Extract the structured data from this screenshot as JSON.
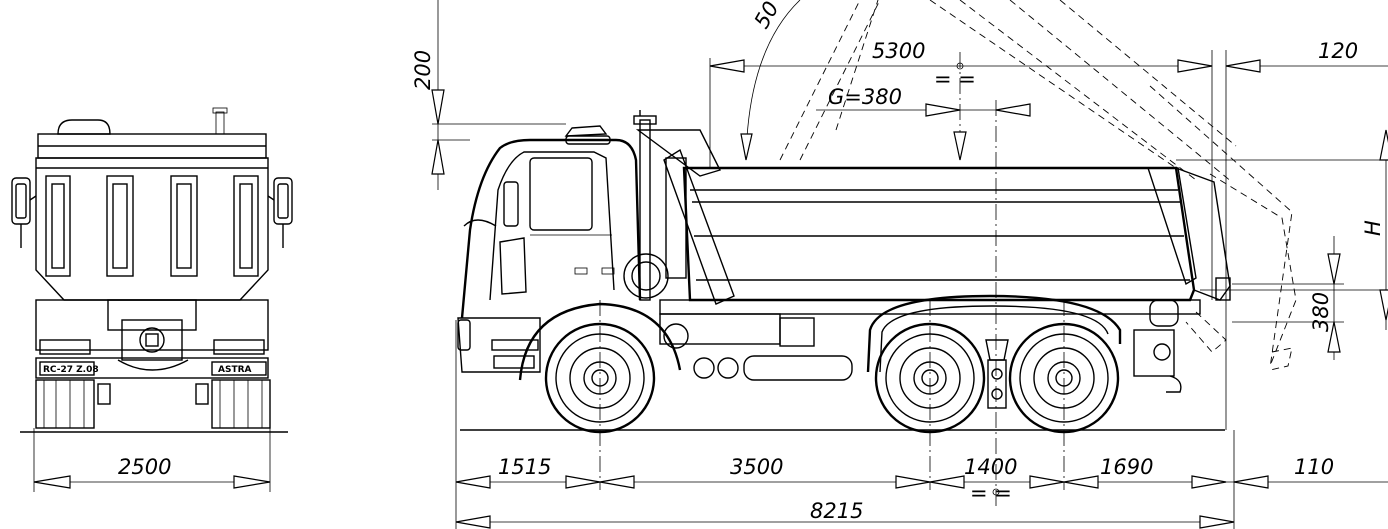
{
  "dimensions": {
    "front_width": "2500",
    "tip_clearance": "200",
    "tip_angle": "50",
    "body_length": "5300",
    "rear_overhang_top": "120",
    "load_offset": "G=380",
    "body_height": "H",
    "rear_height": "380",
    "front_overhang": "1515",
    "wheelbase_front": "3500",
    "wheelbase_rear": "1400",
    "rear_overhang": "1690",
    "rear_tail": "110",
    "overall_length": "8215"
  },
  "plates": {
    "front_plate": "RC-27 Z.08",
    "brand_badge": "ASTRA"
  },
  "colors": {
    "line": "#000000",
    "background": "#ffffff"
  }
}
